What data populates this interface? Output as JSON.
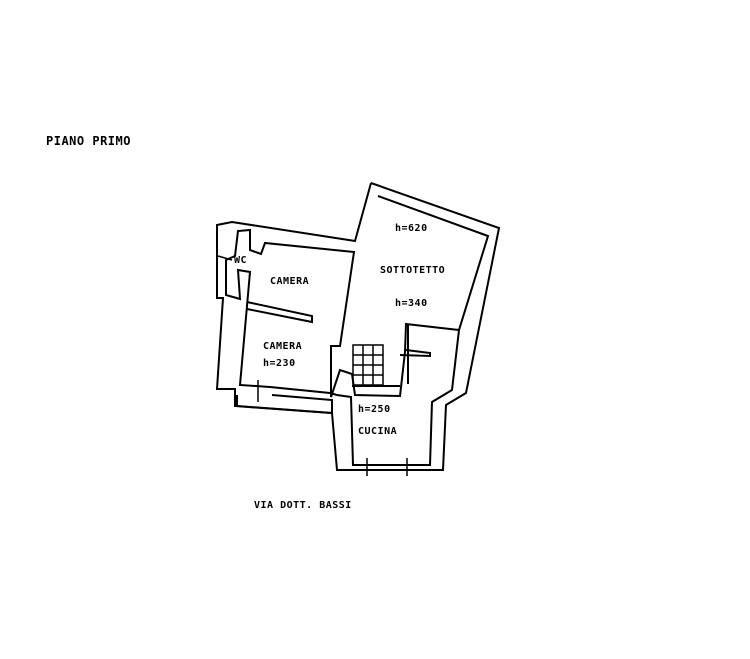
{
  "title": "PIANO PRIMO",
  "rooms": {
    "wc": "WC",
    "camera_1": "CAMERA",
    "camera_2": "CAMERA",
    "camera_2_height": "h=230",
    "sottotetto": "SOTTOTETTO",
    "sottotetto_height_max": "h=620",
    "sottotetto_height_min": "h=340",
    "cucina": "CUCINA",
    "cucina_height": "h=250"
  },
  "street": "VIA DOTT. BASSI"
}
